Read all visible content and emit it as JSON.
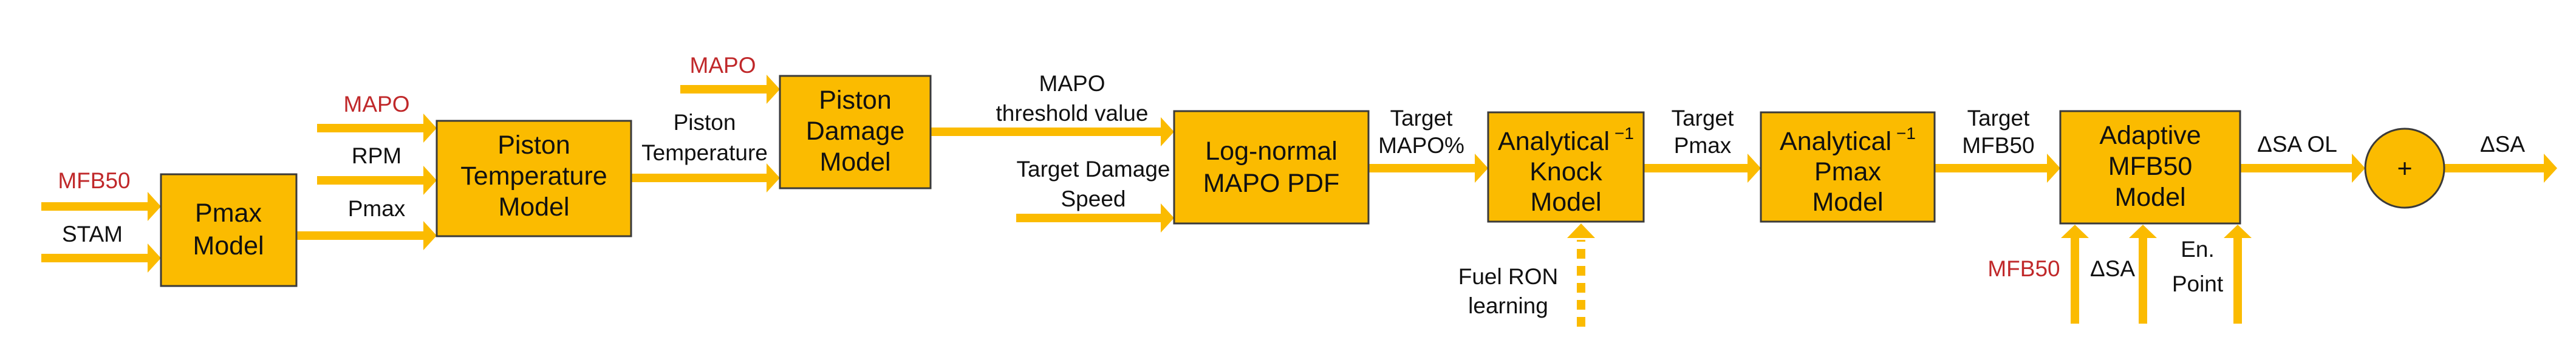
{
  "blocks": {
    "pmax_model": [
      "Pmax",
      "Model"
    ],
    "piston_temperature_model": [
      "Piston",
      "Temperature",
      "Model"
    ],
    "piston_damage_model": [
      "Piston",
      "Damage",
      "Model"
    ],
    "mapo_pdf": [
      "Log-normal",
      "MAPO PDF"
    ],
    "knock_model": [
      "Analytical",
      "Knock",
      "Model"
    ],
    "pmax_inverse_model": [
      "Analytical",
      "Pmax",
      "Model"
    ],
    "adaptive_mfb50_model": [
      "Adaptive",
      "MFB50",
      "Model"
    ],
    "summing_junction": "+"
  },
  "inverse_superscript": "−1",
  "signals": {
    "mfb50_in": "MFB50",
    "stam": "STAM",
    "mapo_temp": "MAPO",
    "rpm": "RPM",
    "pmax": "Pmax",
    "piston_temperature": [
      "Piston",
      "Temperature"
    ],
    "mapo_damage": "MAPO",
    "mapo_threshold": [
      "MAPO",
      "threshold value"
    ],
    "target_damage_speed": [
      "Target Damage",
      "Speed"
    ],
    "target_mapo": [
      "Target",
      "MAPO%"
    ],
    "fuel_ron": [
      "Fuel RON",
      "learning"
    ],
    "target_pmax": [
      "Target",
      "Pmax"
    ],
    "target_mfb50": [
      "Target",
      "MFB50"
    ],
    "mfb50_adaptive": "MFB50",
    "delta_sa_in": "ΔSA",
    "engine_point": [
      "En.",
      "Point"
    ],
    "delta_sa_ol": "ΔSA OL",
    "delta_sa_out": "ΔSA"
  },
  "colors": {
    "block_fill": "#fbbb00",
    "block_stroke": "#3a3a3a",
    "arrow": "#fbbb00",
    "highlight_text": "#c0282a",
    "text": "#111111"
  }
}
